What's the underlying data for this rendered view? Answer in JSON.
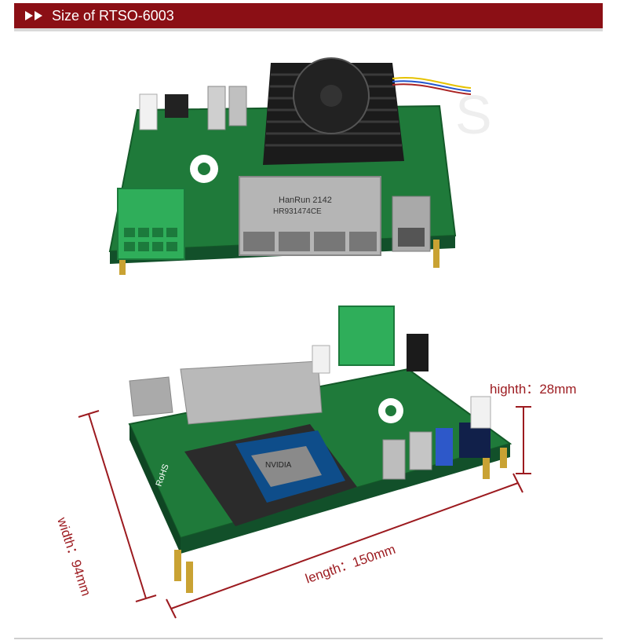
{
  "header": {
    "title": "Size of RTSO-6003"
  },
  "dimensions": {
    "height_label": "highth：28mm",
    "width_label": "width：94mm",
    "length_label": "length：150mm"
  },
  "colors": {
    "header_bg": "#8b0f15",
    "dimension_text": "#9c1a1f",
    "pcb_green": "#1f7a3a",
    "terminal_green": "#2fae5a"
  }
}
